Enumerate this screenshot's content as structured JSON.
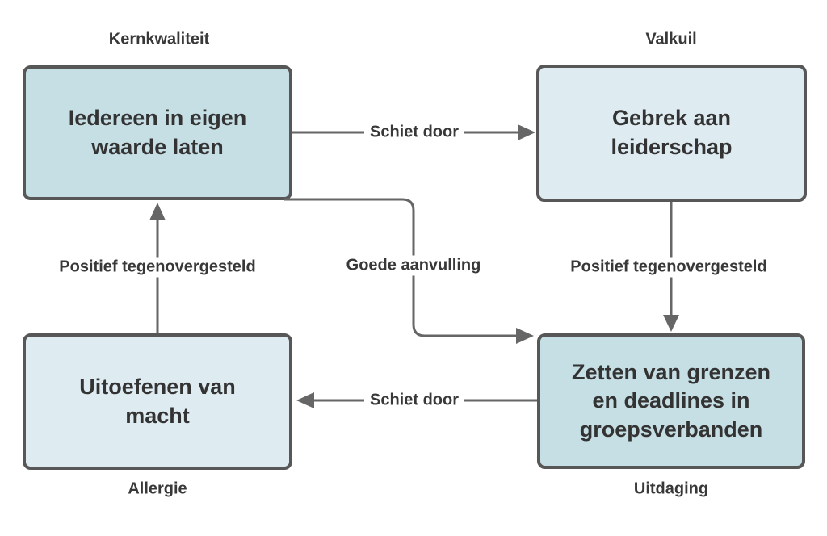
{
  "colors": {
    "background": "#ffffff",
    "node_border": "#575757",
    "arrow": "#666666",
    "text": "#333333",
    "fill_teal": "#c6dfe5",
    "fill_light_blue": "#deecf2"
  },
  "nodes": {
    "kernkwaliteit": {
      "category": "Kernkwaliteit",
      "text": "Iedereen in eigen waarde laten",
      "fill": "#c6dfe5"
    },
    "valkuil": {
      "category": "Valkuil",
      "text": "Gebrek aan leiderschap",
      "fill": "#deecf2"
    },
    "allergie": {
      "category": "Allergie",
      "text": "Uitoefenen van macht",
      "fill": "#deecf2"
    },
    "uitdaging": {
      "category": "Uitdaging",
      "text": "Zetten van grenzen en deadlines in groepsverbanden",
      "fill": "#c6dfe5"
    }
  },
  "edges": {
    "schiet_door_top": "Schiet door",
    "positief_left": "Positief tegenovergesteld",
    "goede_aanvulling": "Goede aanvulling",
    "positief_right": "Positief tegenovergesteld",
    "schiet_door_bottom": "Schiet door"
  }
}
